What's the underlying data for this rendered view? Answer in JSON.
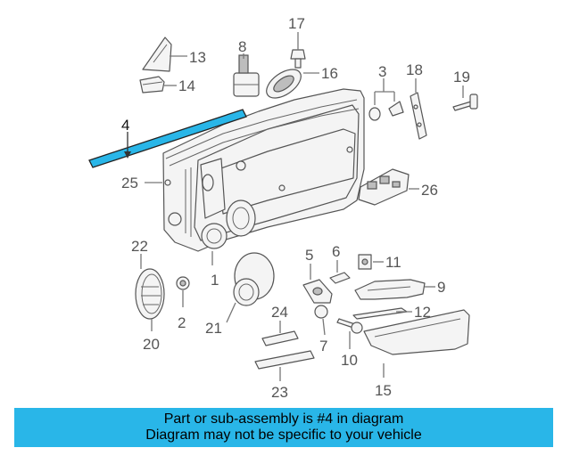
{
  "diagram": {
    "highlight_color": "#29b6e8",
    "callouts": {
      "c1": "1",
      "c2": "2",
      "c3": "3",
      "c4": "4",
      "c5": "5",
      "c6": "6",
      "c7": "7",
      "c8": "8",
      "c9": "9",
      "c10": "10",
      "c11": "11",
      "c12": "12",
      "c13": "13",
      "c14": "14",
      "c15": "15",
      "c16": "16",
      "c17": "17",
      "c18": "18",
      "c19": "19",
      "c20": "20",
      "c21": "21",
      "c22": "22",
      "c23": "23",
      "c24": "24",
      "c25": "25",
      "c26": "26"
    }
  },
  "banner": {
    "line1": "Part or sub-assembly is #4 in diagram",
    "line2": "Diagram may not be specific to your vehicle",
    "background": "#29b6e8"
  }
}
